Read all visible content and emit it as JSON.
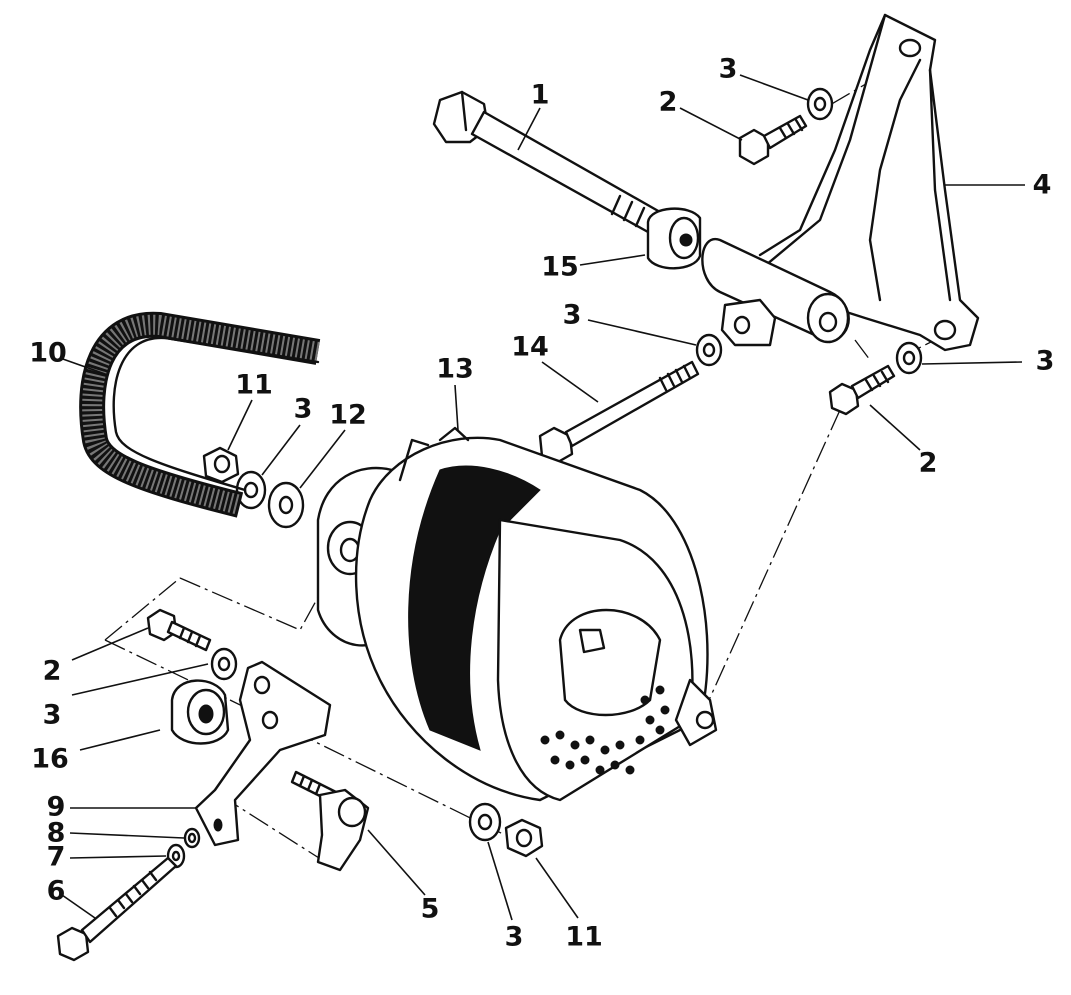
{
  "callouts": [
    {
      "id": "c1",
      "label": "1"
    },
    {
      "id": "c2a",
      "label": "2"
    },
    {
      "id": "c3a",
      "label": "3"
    },
    {
      "id": "c4",
      "label": "4"
    },
    {
      "id": "c15",
      "label": "15"
    },
    {
      "id": "c3b",
      "label": "3"
    },
    {
      "id": "c14",
      "label": "14"
    },
    {
      "id": "c3c",
      "label": "3"
    },
    {
      "id": "c2b",
      "label": "2"
    },
    {
      "id": "c10",
      "label": "10"
    },
    {
      "id": "c11a",
      "label": "11"
    },
    {
      "id": "c3d",
      "label": "3"
    },
    {
      "id": "c12",
      "label": "12"
    },
    {
      "id": "c13",
      "label": "13"
    },
    {
      "id": "c2c",
      "label": "2"
    },
    {
      "id": "c3e",
      "label": "3"
    },
    {
      "id": "c16",
      "label": "16"
    },
    {
      "id": "c9",
      "label": "9"
    },
    {
      "id": "c8",
      "label": "8"
    },
    {
      "id": "c7",
      "label": "7"
    },
    {
      "id": "c6",
      "label": "6"
    },
    {
      "id": "c5",
      "label": "5"
    },
    {
      "id": "c3f",
      "label": "3"
    },
    {
      "id": "c11b",
      "label": "11"
    }
  ]
}
